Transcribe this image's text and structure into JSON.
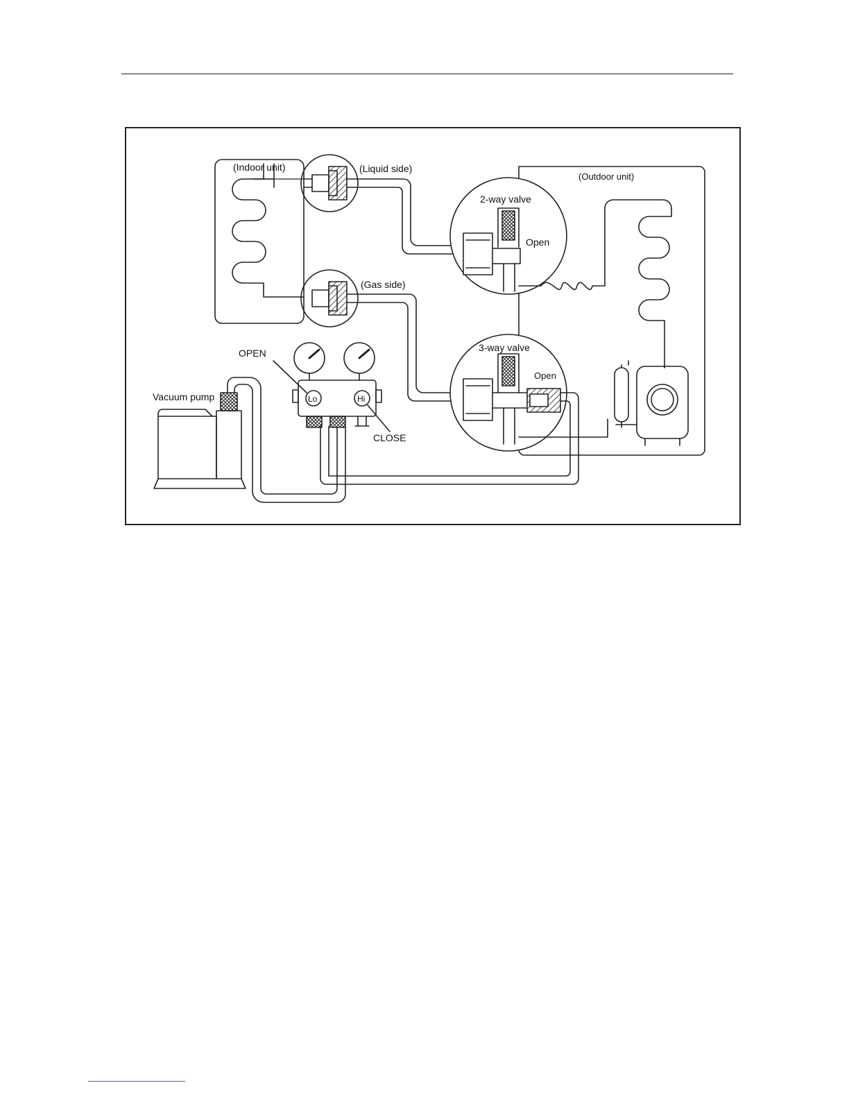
{
  "figure": {
    "labels": {
      "indoor_unit": "(Indoor unit)",
      "liquid_side": "(Liquid side)",
      "gas_side": "(Gas side)",
      "outdoor_unit": "(Outdoor unit)",
      "two_way_valve": "2-way valve",
      "two_way_open": "Open",
      "three_way_valve": "3-way valve",
      "three_way_open": "Open",
      "open_label": "OPEN",
      "close_label": "CLOSE",
      "lo": "Lo",
      "hi": "Hi",
      "vacuum_pump": "Vacuum pump"
    }
  }
}
